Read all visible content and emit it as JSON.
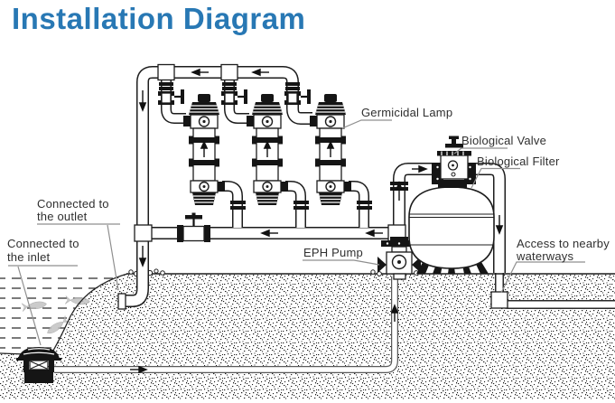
{
  "title": "Installation Diagram",
  "colors": {
    "title_blue": "#2878b4",
    "line_ink": "#1c1c1c",
    "leader_gray": "#8f8f8f"
  },
  "diagram": {
    "labels": {
      "germicidal_lamp": "Germicidal Lamp",
      "biological_valve": "Biological Valve",
      "biological_filter": "Biological Filter",
      "eph_pump": "EPH Pump",
      "connected_outlet_line1": "Connected to",
      "connected_outlet_line2": "the outlet",
      "connected_inlet_line1": "Connected to",
      "connected_inlet_line2": "the inlet",
      "waterways_line1": "Access to nearby",
      "waterways_line2": "waterways"
    }
  }
}
